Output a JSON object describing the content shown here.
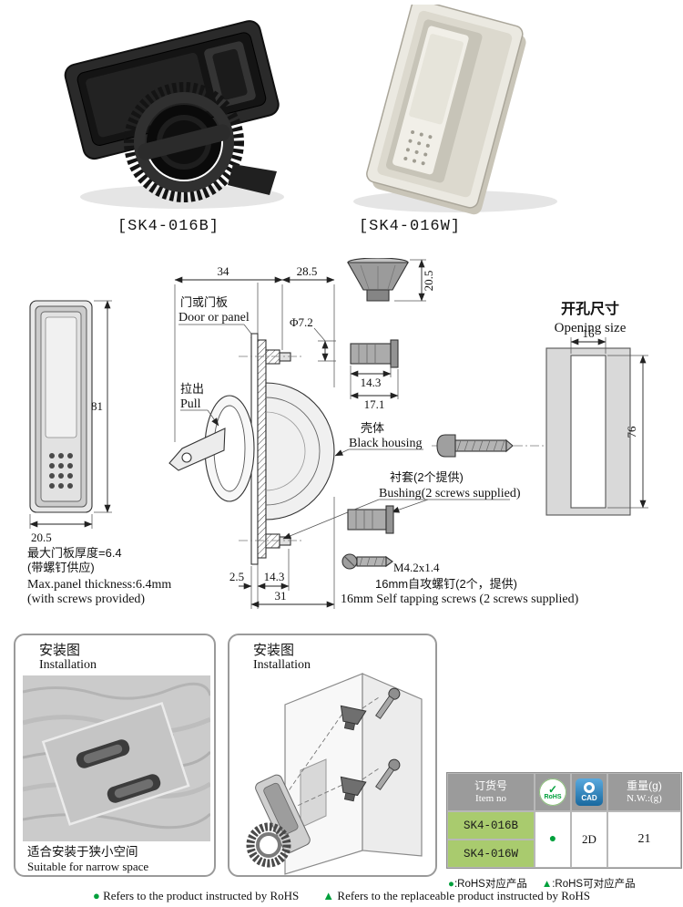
{
  "colors": {
    "accent_green": "#00a03c",
    "cell_green": "#a9cb6e",
    "header_gray": "#9b9b9b",
    "cad_blue": "#2b85c8"
  },
  "products": [
    {
      "label": "[SK4-016B]"
    },
    {
      "label": "[SK4-016W]"
    }
  ],
  "drawing": {
    "front": {
      "height": "81",
      "width": "20.5"
    },
    "panel_note": {
      "cn1": "最大门板厚度=6.4",
      "cn2": "(带螺钉供应)",
      "en1": "Max.panel thickness:6.4mm",
      "en2": "(with screws provided)"
    },
    "section": {
      "dim_depth_total": "34",
      "dim_depth_front": "28.5",
      "dim_hole": "Φ7.2",
      "door_cn": "门或门板",
      "door_en": "Door or panel",
      "pull_cn": "拉出",
      "pull_en": "Pull",
      "housing_cn": "壳体",
      "housing_en": "Black housing",
      "bushing_cn": "衬套(2个提供)",
      "bushing_en": "Bushing(2 screws supplied)",
      "dim_lip": "2.5",
      "dim_mid": "14.3",
      "dim_total": "31"
    },
    "parts": {
      "cone_height": "20.5",
      "bushing_len": "14.3",
      "bushing_total": "17.1",
      "screw_spec": "M4.2x1.4",
      "screw_cn": "16mm自攻螺钉(2个，提供)",
      "screw_en": "16mm Self tapping screws (2 screws supplied)"
    },
    "opening": {
      "title_cn": "开孔尺寸",
      "title_en": "Opening size",
      "width": "16",
      "height": "76"
    }
  },
  "installation_left": {
    "title_cn": "安装图",
    "title_en": "Installation",
    "caption_cn": "适合安装于狭小空间",
    "caption_en": "Suitable for narrow space"
  },
  "installation_right": {
    "title_cn": "安装图",
    "title_en": "Installation"
  },
  "order_table": {
    "header": {
      "item_cn": "订货号",
      "item_en": "Item no",
      "rohs": "RoHS",
      "cad": "CAD",
      "weight_cn": "重量(g)",
      "weight_en": "N.W.:(g)"
    },
    "rows": [
      {
        "item": "SK4-016B"
      },
      {
        "item": "SK4-016W"
      }
    ],
    "rohs_value": "●",
    "cad_value": "2D",
    "weight_value": "21"
  },
  "legend": {
    "dot_symbol": "●",
    "dot_text": ":RoHS对应产品",
    "tri_symbol": "▲",
    "tri_text": ":RoHS可对应产品"
  },
  "footer": {
    "dot_symbol": "●",
    "dot_text": "Refers to the product instructed by RoHS",
    "tri_symbol": "▲",
    "tri_text": "Refers to the replaceable product instructed by RoHS"
  }
}
